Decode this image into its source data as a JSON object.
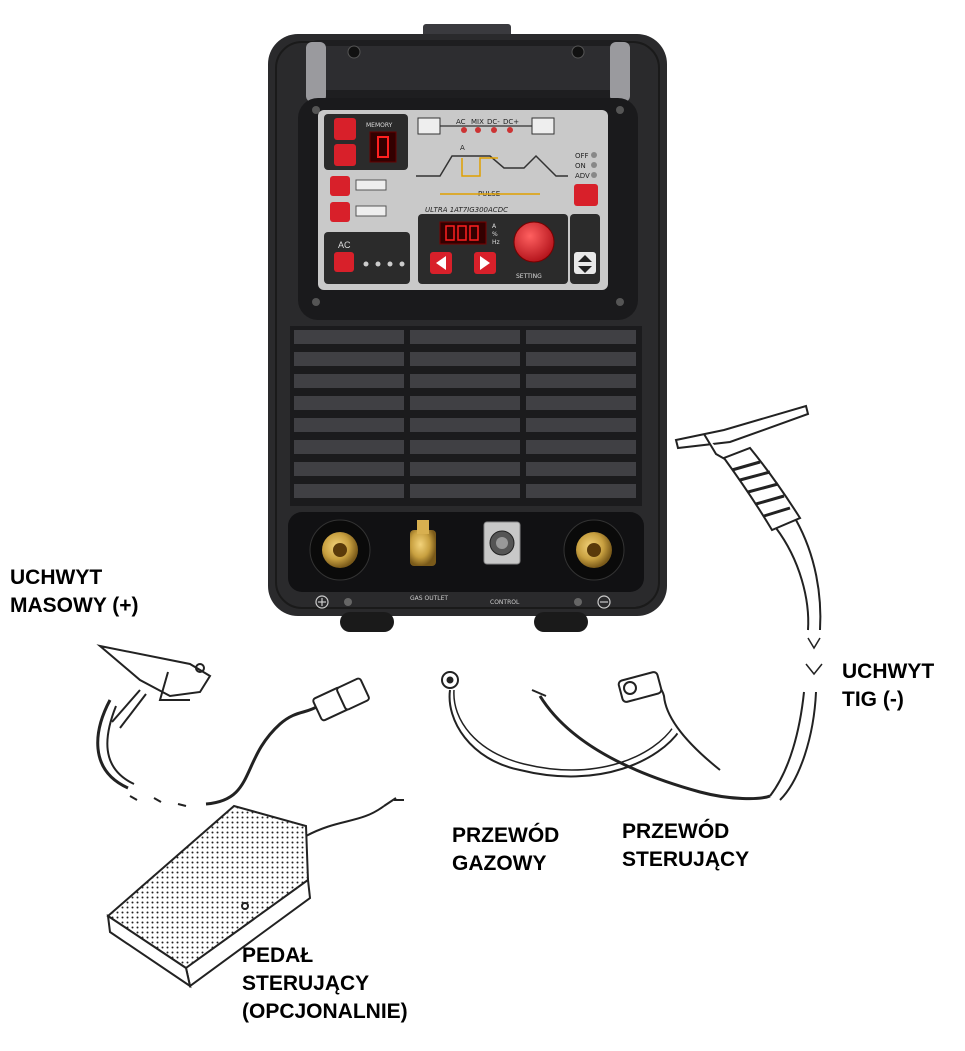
{
  "labels": {
    "ground_clamp": {
      "line1": "UCHWYT",
      "line2": "MASOWY (+)"
    },
    "tig_torch": {
      "line1": "UCHWYT",
      "line2": "TIG (-)"
    },
    "gas_hose": {
      "line1": "PRZEWÓD",
      "line2": "GAZOWY"
    },
    "control_cable": {
      "line1": "PRZEWÓD",
      "line2": "STERUJĄCY"
    },
    "foot_pedal": {
      "line1": "PEDAŁ",
      "line2": "STERUJĄCY",
      "line3": "(OPCJONALNIE)"
    }
  },
  "panel": {
    "memory": "MEMORY",
    "model": "ULTRA 1AT7IG300ACDC",
    "pulse": "PULSE",
    "setting": "SETTING",
    "ac": "AC",
    "modes": [
      "AC",
      "MIX",
      "DC-",
      "DC+"
    ],
    "units": [
      "A",
      "%",
      "Hz"
    ],
    "status": [
      "OFF",
      "ON",
      "ADV"
    ],
    "gas_outlet": "GAS OUTLET",
    "control": "CONTROL"
  },
  "colors": {
    "body": "#2a2a2c",
    "panel": "#c9c9c9",
    "button_red": "#d8202a",
    "brass": "#c8a040"
  }
}
